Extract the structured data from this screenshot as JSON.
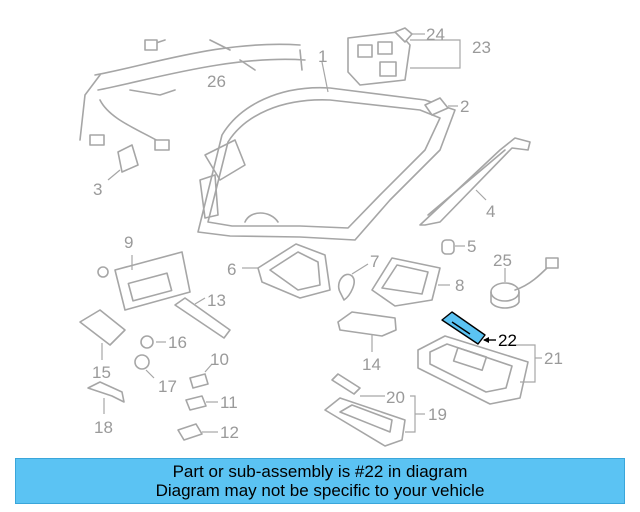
{
  "callouts": {
    "c1": "1",
    "c2": "2",
    "c3": "3",
    "c4": "4",
    "c5": "5",
    "c6": "6",
    "c7": "7",
    "c8": "8",
    "c9": "9",
    "c10": "10",
    "c11": "11",
    "c12": "12",
    "c13": "13",
    "c14": "14",
    "c15": "15",
    "c16": "16",
    "c17": "17",
    "c18": "18",
    "c19": "19",
    "c20": "20",
    "c21": "21",
    "c22": "22",
    "c23": "23",
    "c24": "24",
    "c25": "25",
    "c26": "26"
  },
  "highlight_color": "#5bc3f3",
  "banner": {
    "line1": "Part or sub-assembly is #22 in diagram",
    "line2": "Diagram may not be specific to your vehicle",
    "background": "#5bc3f3"
  }
}
